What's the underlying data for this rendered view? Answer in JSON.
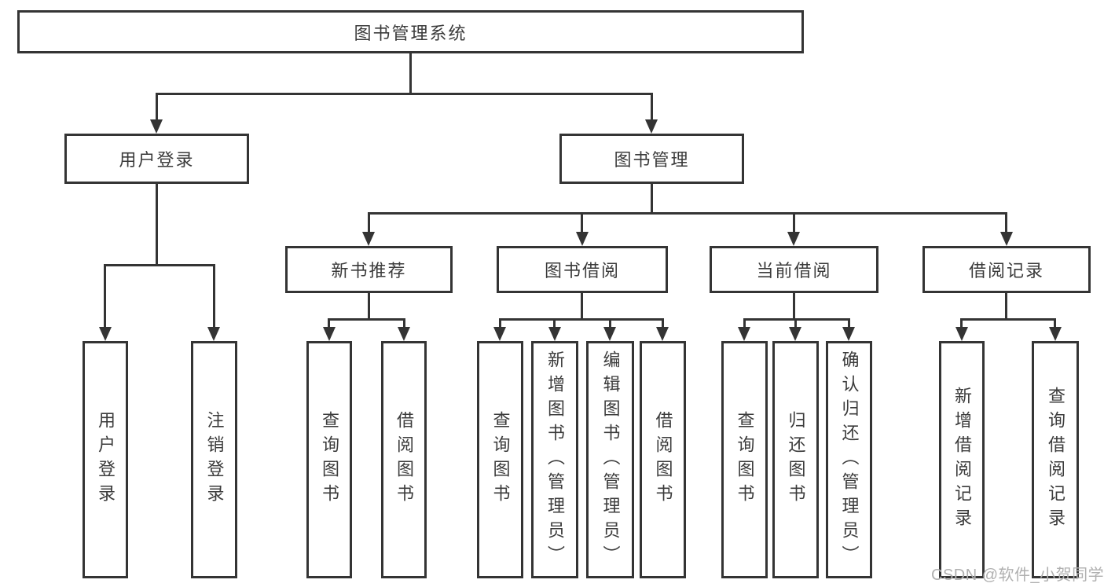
{
  "tree": {
    "label": "图书管理系统",
    "children": [
      {
        "label": "用户登录",
        "children": [
          {
            "label": "用户登录"
          },
          {
            "label": "注销登录"
          }
        ]
      },
      {
        "label": "图书管理",
        "children": [
          {
            "label": "新书推荐",
            "children": [
              {
                "label": "查询图书"
              },
              {
                "label": "借阅图书"
              }
            ]
          },
          {
            "label": "图书借阅",
            "children": [
              {
                "label": "查询图书"
              },
              {
                "label": "新增图书（管理员）"
              },
              {
                "label": "编辑图书（管理员）"
              },
              {
                "label": "借阅图书"
              }
            ]
          },
          {
            "label": "当前借阅",
            "children": [
              {
                "label": "查询图书"
              },
              {
                "label": "归还图书"
              },
              {
                "label": "确认归还（管理员）"
              }
            ]
          },
          {
            "label": "借阅记录",
            "children": [
              {
                "label": "新增借阅记录"
              },
              {
                "label": "查询借阅记录"
              }
            ]
          }
        ]
      }
    ]
  },
  "watermark": {
    "text": "CSDN @软件_小贺同学"
  },
  "colors": {
    "box_border": "#343434",
    "line": "#343434",
    "text": "#3b3b3b",
    "watermark_text": "#b0b0b0",
    "background": "#ffffff"
  }
}
